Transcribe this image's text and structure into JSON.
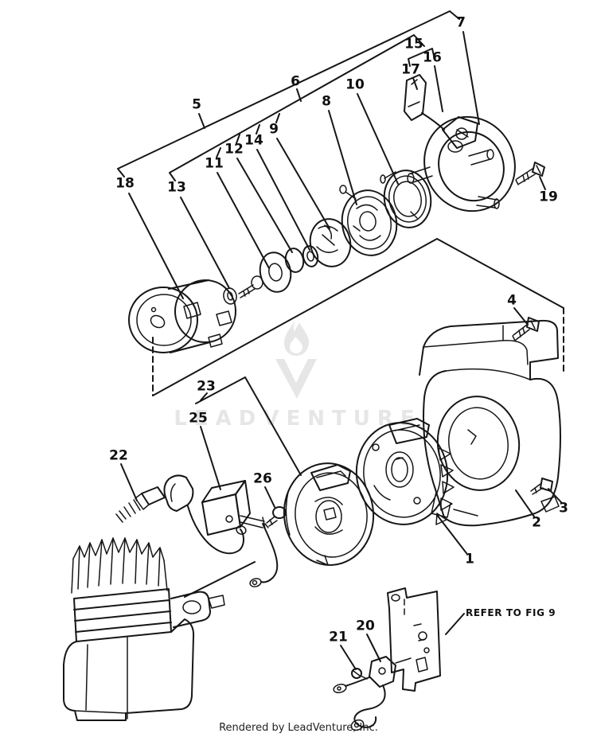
{
  "diagram": {
    "note": "REFER TO FIG 9",
    "watermark": "LEADVENTURE",
    "footer": "Rendered by LeadVenture, Inc.",
    "colors": {
      "line": "#161616",
      "watermark": "#e6e6e6",
      "background": "#ffffff"
    }
  },
  "callouts": [
    {
      "label": "1"
    },
    {
      "label": "2"
    },
    {
      "label": "3"
    },
    {
      "label": "4"
    },
    {
      "label": "5"
    },
    {
      "label": "6"
    },
    {
      "label": "7"
    },
    {
      "label": "8"
    },
    {
      "label": "9"
    },
    {
      "label": "10"
    },
    {
      "label": "11"
    },
    {
      "label": "12"
    },
    {
      "label": "13"
    },
    {
      "label": "14"
    },
    {
      "label": "15"
    },
    {
      "label": "16"
    },
    {
      "label": "17"
    },
    {
      "label": "18"
    },
    {
      "label": "19"
    },
    {
      "label": "20"
    },
    {
      "label": "21"
    },
    {
      "label": "22"
    },
    {
      "label": "23"
    },
    {
      "label": "25"
    },
    {
      "label": "26"
    }
  ]
}
